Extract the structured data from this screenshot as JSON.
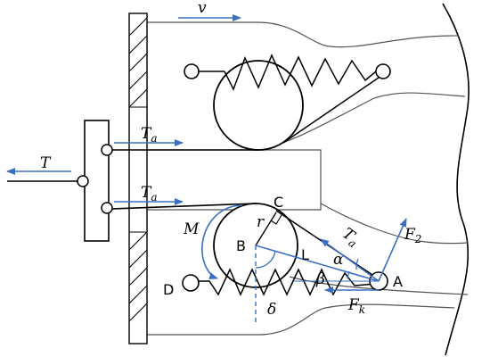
{
  "colors": {
    "ink": "#000000",
    "vector": "#3a6fc4",
    "housing": "#555555",
    "fabric": "#7a7a7a"
  },
  "labels": {
    "v": "v",
    "T": "T",
    "Ta_upper": "T",
    "Ta_upper_sub": "a",
    "Ta_lower": "T",
    "Ta_lower_sub": "a",
    "Ta_diag": "T",
    "Ta_diag_sub": "a",
    "M": "M",
    "r": "r",
    "C": "C",
    "B": "B",
    "L": "L",
    "alpha": "α",
    "beta": "β",
    "delta": "δ",
    "D": "D",
    "A": "A",
    "F2": "F",
    "F2_sub": "2",
    "Fk": "F",
    "Fk_sub": "k"
  }
}
